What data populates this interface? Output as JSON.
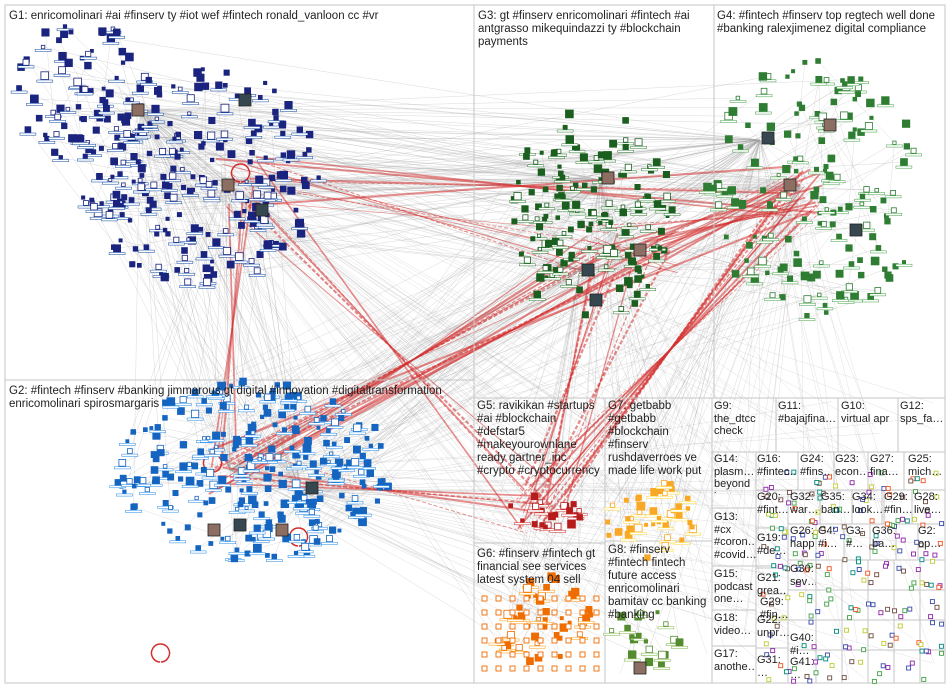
{
  "groups": [
    {
      "id": "G1",
      "label": "G1: enricomolinari #ai #finserv ty #iot wef #fintech ronald_vanloon cc #vr",
      "color": "#1a237e"
    },
    {
      "id": "G2",
      "label": "G2: #fintech #finserv #banking jimmarous gt digital #innovation #digitaltransformation enricomolinari spirosmargaris",
      "color": "#1565c0"
    },
    {
      "id": "G3",
      "label": "G3: gt #finserv enricomolinari #fintech #ai antgrasso mikequindazzi ty #blockchain payments",
      "color": "#1b5e20"
    },
    {
      "id": "G4",
      "label": "G4: #fintech #finserv top regtech well done #banking ralexjimenez digital compliance",
      "color": "#2e7d32"
    },
    {
      "id": "G5",
      "label": "G5: ravikikan #startups #ai #blockchain #defstar5 #makeyourownlane ready gartner_inc #crypto #cryptocurrency",
      "color": "#b71c1c"
    },
    {
      "id": "G6",
      "label": "G6: #finserv #fintech gt financial see services latest system 04 sell",
      "color": "#e65100"
    },
    {
      "id": "G7",
      "label": "G7: getbabb #getbabb #blockchain #finserv rushdaverroes ve made life work put",
      "color": "#f9a825"
    },
    {
      "id": "G8",
      "label": "G8: #finserv #fintech fintech future access enricomolinari bamitav cc banking #banking",
      "color": "#558b2f"
    },
    {
      "id": "G9",
      "label": "G9: the_dtcc check tim…"
    },
    {
      "id": "G10",
      "label": "G10: virtual apr #finserv…"
    },
    {
      "id": "G11",
      "label": "G11: #bajajfina… #nbfc…"
    },
    {
      "id": "G12",
      "label": "G12: sps_fa… #spsfa…"
    },
    {
      "id": "G13",
      "label": "G13: #cx #coron… #covid…"
    },
    {
      "id": "G14",
      "label": "G14: plasm… beyond hype…"
    },
    {
      "id": "G15",
      "label": "G15: podcast one…"
    },
    {
      "id": "G16",
      "label": "G16: #fintec…"
    },
    {
      "id": "G17",
      "label": "G17: anothe…"
    },
    {
      "id": "G18",
      "label": "G18: video…"
    },
    {
      "id": "G19",
      "label": "G19: #de…"
    },
    {
      "id": "G20",
      "label": "G20: #fint…"
    },
    {
      "id": "G21",
      "label": "G21: grea…"
    },
    {
      "id": "G22",
      "label": "G22: unpr…"
    },
    {
      "id": "G24",
      "label": "G24: #fins…"
    },
    {
      "id": "G25",
      "label": "G25: mich…"
    },
    {
      "id": "G26",
      "label": "G26: happ…"
    },
    {
      "id": "G27",
      "label": "G27: fina…"
    },
    {
      "id": "G28",
      "label": "G28: live…"
    },
    {
      "id": "G29",
      "label": "G29: #fin…"
    },
    {
      "id": "G30",
      "label": "G30: sev…"
    },
    {
      "id": "G31",
      "label": "G31: …"
    },
    {
      "id": "G32",
      "label": "G32: war…"
    },
    {
      "id": "G33",
      "label": "G33: #fins…"
    },
    {
      "id": "G34",
      "label": "G34: look…"
    },
    {
      "id": "G35",
      "label": "G35: ban…"
    },
    {
      "id": "G36",
      "label": "G36: ba…"
    },
    {
      "id": "G23",
      "label": "G23: econ…"
    },
    {
      "id": "G4x",
      "label": "G4: #i…"
    },
    {
      "id": "G40",
      "label": "G40: #i…"
    },
    {
      "id": "G41",
      "label": "G41: …"
    },
    {
      "id": "G3x",
      "label": "G3: #…"
    },
    {
      "id": "G2x",
      "label": "G2: op…"
    }
  ]
}
